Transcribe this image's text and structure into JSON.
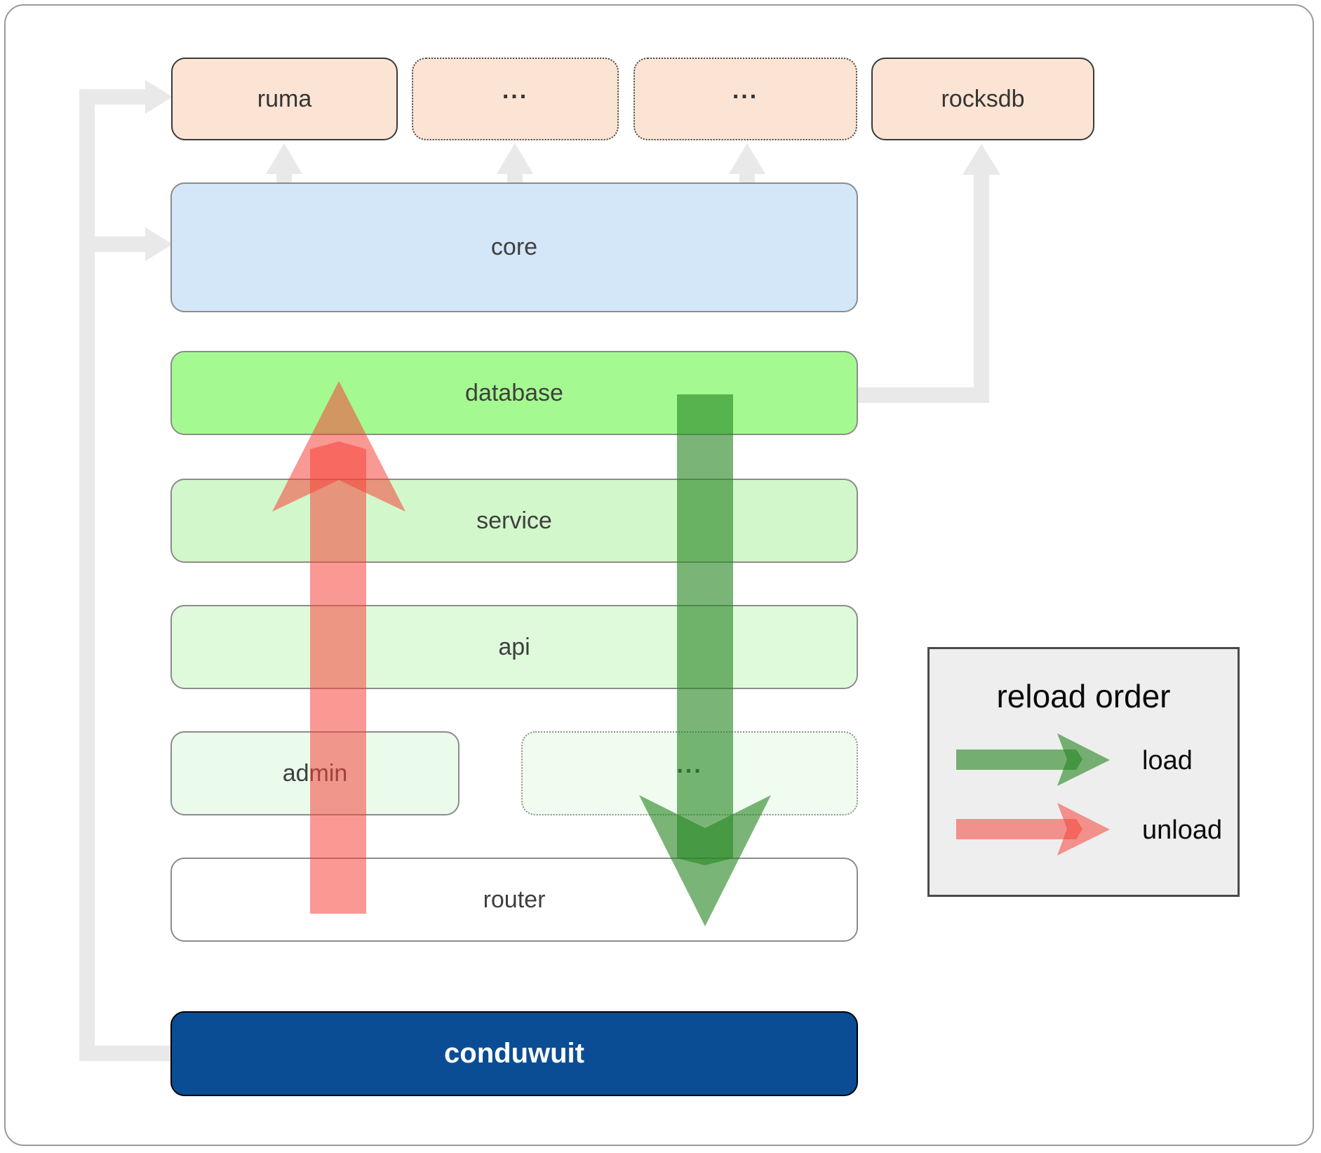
{
  "diagram": {
    "top_row": [
      {
        "label": "ruma",
        "style": "solid"
      },
      {
        "label": "...",
        "style": "dotted"
      },
      {
        "label": "...",
        "style": "dotted"
      },
      {
        "label": "rocksdb",
        "style": "solid"
      }
    ],
    "layers": {
      "core": "core",
      "database": "database",
      "service": "service",
      "api": "api",
      "admin": "admin",
      "admin_more": "...",
      "router": "router",
      "conduwuit": "conduwuit"
    }
  },
  "legend": {
    "title": "reload order",
    "load_label": "load",
    "unload_label": "unload"
  },
  "colors": {
    "peach": "#fbe4d3",
    "core_blue": "#d4e7f9",
    "database_green": "#a4fa90",
    "service_green": "#d2f7cb",
    "api_green": "#dffadb",
    "admin_green": "#eafaeb",
    "admin_more_green": "#f0fcf0",
    "conduwuit_blue": "#0a4d94",
    "connector_gray": "#e9e9e9",
    "load_green": "#288723",
    "unload_red": "#f5443a",
    "legend_bg": "#eeeeee"
  }
}
